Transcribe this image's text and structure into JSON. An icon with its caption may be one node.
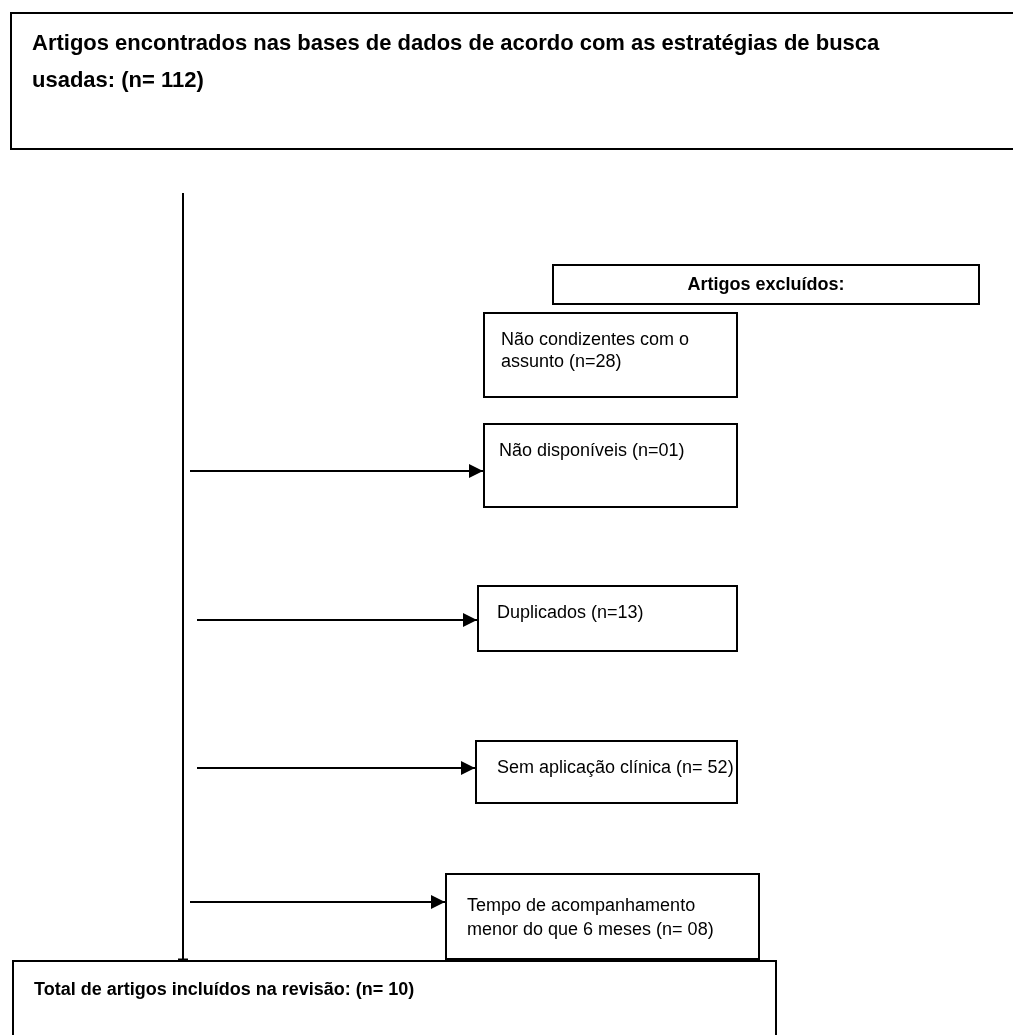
{
  "diagram": {
    "nodes": [
      {
        "text": [
          "Artigos encontrados nas bases de dados de acordo com as estratégias de busca usadas: (n= 112)"
        ]
      },
      {
        "text": [
          "Artigos excluídos:"
        ]
      },
      {
        "text": [
          "Não condizentes com o assunto (n=28)"
        ]
      },
      {
        "text": [
          "Não disponíveis (n=01)"
        ]
      },
      {
        "text": [
          "Duplicados (n=13)"
        ]
      },
      {
        "text": [
          "Sem aplicação clínica (n= 52)"
        ]
      },
      {
        "text": [
          "Tempo de acompanhamento menor do que 6 meses (n= 08)"
        ]
      },
      {
        "text": [
          "Total de artigos incluídos na revisão: (n= 10)"
        ]
      }
    ],
    "edges": [
      {
        "from": 0,
        "to": 7,
        "arrow": "other"
      },
      {
        "from": null,
        "to": 3,
        "arrow": "to"
      },
      {
        "from": null,
        "to": 4,
        "arrow": "to"
      },
      {
        "from": null,
        "to": 5,
        "arrow": "to"
      },
      {
        "from": null,
        "to": 6,
        "arrow": "to"
      }
    ]
  }
}
